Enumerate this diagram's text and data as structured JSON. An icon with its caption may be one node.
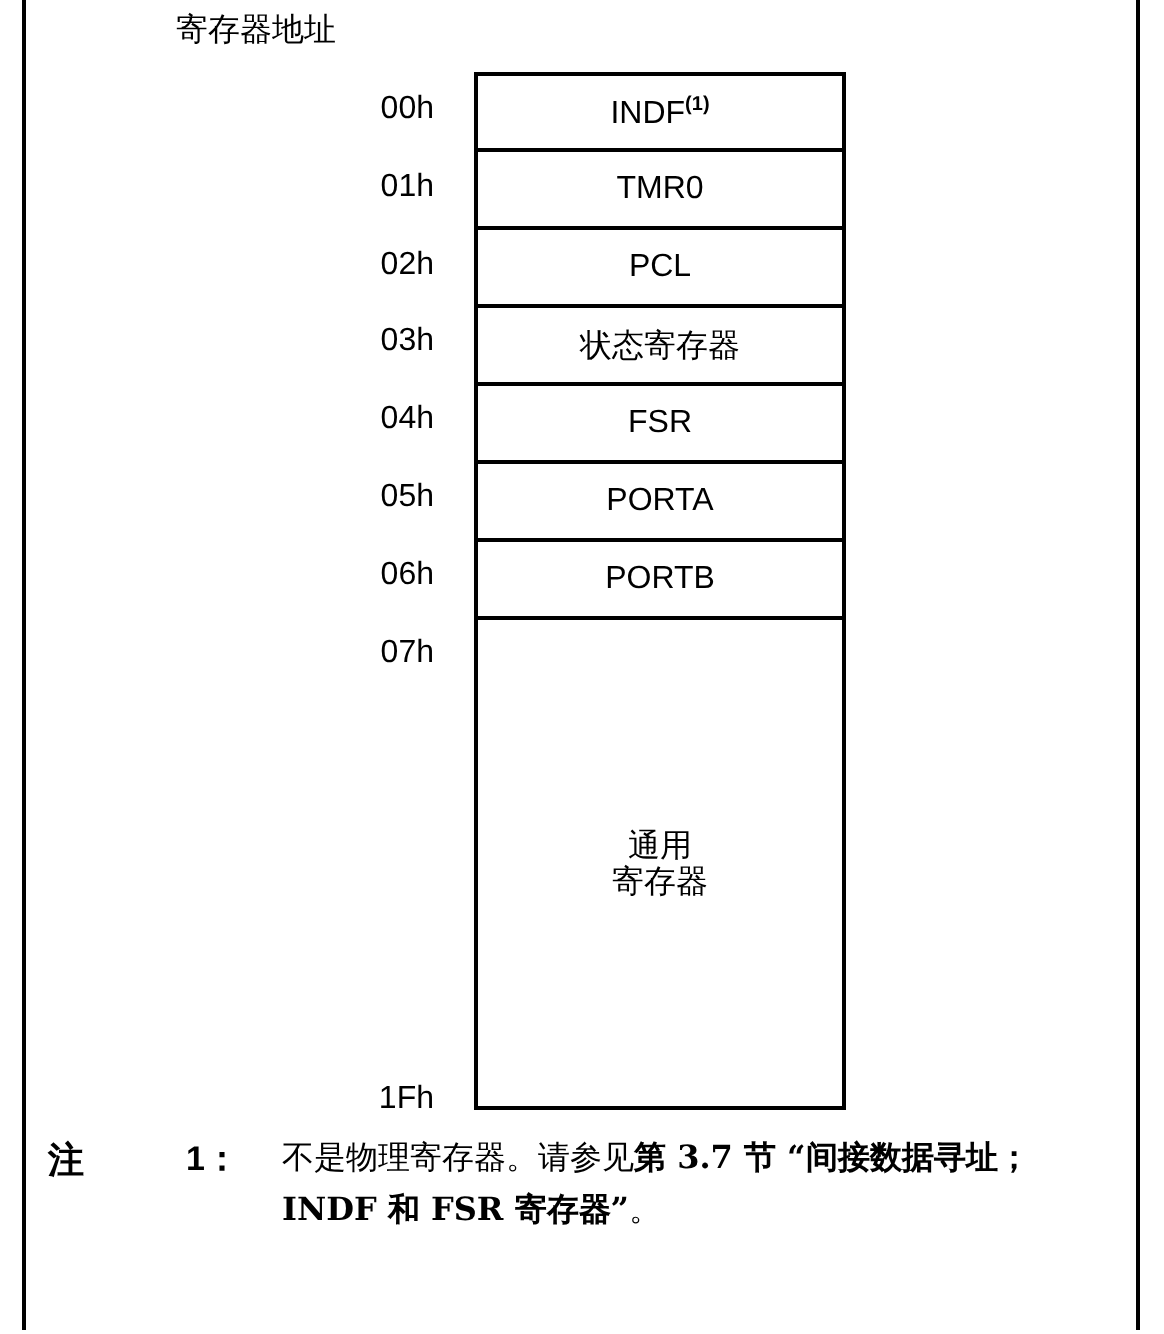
{
  "diagram": {
    "nodes": [
      {
        "text": [
          "INDF$^{(1)}$"
        ]
      },
      {
        "text": [
          "TMR0"
        ]
      },
      {
        "text": [
          "PCL"
        ]
      },
      {
        "text": [
          "状态寄存器"
        ]
      },
      {
        "text": [
          "FSR"
        ]
      },
      {
        "text": [
          "PORTA"
        ]
      },
      {
        "text": [
          "PORTB"
        ]
      },
      {
        "text": [
          "通用",
          "寄存器"
        ]
      }
    ],
    "labels": [
      "寄存器地址",
      "00h",
      "01h",
      "02h",
      "03h",
      "04h",
      "05h",
      "06h",
      "07h",
      "1Fh",
      "注",
      "1：",
      "不是物理寄存器。请参见**第 3.7 节 “间接数据寻址； INDF 和 FSR 寄存器”**。"
    ]
  }
}
